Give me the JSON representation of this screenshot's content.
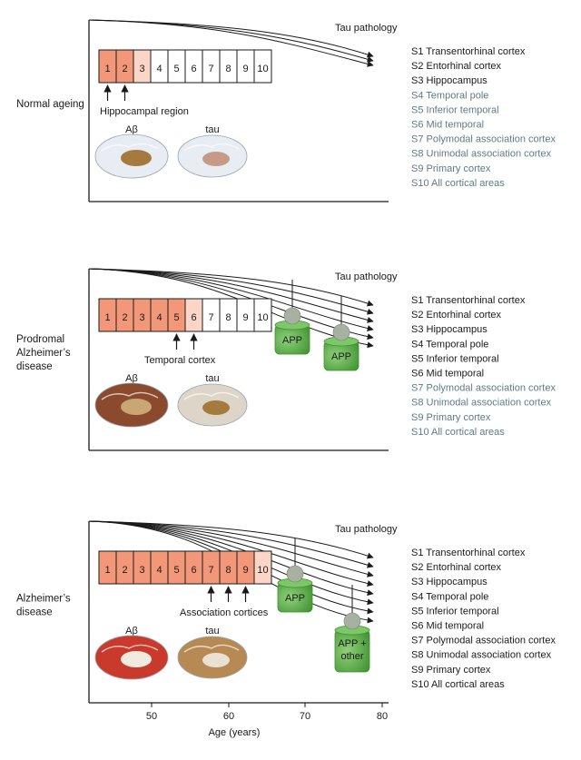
{
  "colors": {
    "dark_fill": "#f29878",
    "light_fill": "#fbd6c8",
    "empty_fill": "#ffffff",
    "stage_dark": "#1a1a1a",
    "stage_grey": "#5d7a8c",
    "app_green": "#5eb54c",
    "app_green_dark": "#3e8f2f",
    "brain_white": "#e8ecf3",
    "brain_brown": "#a57a3f",
    "brain_red": "#c93a2c"
  },
  "stage_labels": [
    "S1 Transentorhinal cortex",
    "S2 Entorhinal cortex",
    "S3 Hippocampus",
    "S4 Temporal pole",
    "S5 Inferior temporal",
    "S6 Mid temporal",
    "S7 Polymodal association cortex",
    "S8 Unimodal association cortex",
    "S9 Primary cortex",
    "S10 All cortical areas"
  ],
  "box_numbers": [
    "1",
    "2",
    "3",
    "4",
    "5",
    "6",
    "7",
    "8",
    "9",
    "10"
  ],
  "tau_label": "Tau pathology",
  "abeta_label": "Aβ",
  "tau_brain_label": "tau",
  "panels": [
    {
      "id": "normal",
      "title_lines": [
        "Normal ageing"
      ],
      "region_label": "Hippocampal region",
      "box_fill": [
        "dark",
        "dark",
        "light",
        "empty",
        "empty",
        "empty",
        "empty",
        "empty",
        "empty",
        "empty"
      ],
      "arrow_boxes": [
        1,
        2
      ],
      "dark_stage_count": 3,
      "curve_count": 3,
      "apps": []
    },
    {
      "id": "prodromal",
      "title_lines": [
        "Prodromal",
        "Alzheimer’s",
        "disease"
      ],
      "region_label": "Temporal cortex",
      "box_fill": [
        "dark",
        "dark",
        "dark",
        "dark",
        "dark",
        "light",
        "empty",
        "empty",
        "empty",
        "empty"
      ],
      "arrow_boxes": [
        5,
        6
      ],
      "dark_stage_count": 6,
      "curve_count": 6,
      "apps": [
        {
          "lines": [
            "APP"
          ]
        },
        {
          "lines": [
            "APP"
          ]
        }
      ]
    },
    {
      "id": "ad",
      "title_lines": [
        "Alzheimer’s",
        "disease"
      ],
      "region_label": "Association cortices",
      "box_fill": [
        "dark",
        "dark",
        "dark",
        "dark",
        "dark",
        "dark",
        "dark",
        "dark",
        "dark",
        "light"
      ],
      "arrow_boxes": [
        7,
        8,
        9
      ],
      "dark_stage_count": 10,
      "curve_count": 8,
      "apps": [
        {
          "lines": [
            "APP"
          ]
        },
        {
          "lines": [
            "APP +",
            "other"
          ]
        }
      ]
    }
  ],
  "x_axis": {
    "ticks": [
      "50",
      "60",
      "70",
      "80"
    ],
    "label": "Age (years)"
  }
}
